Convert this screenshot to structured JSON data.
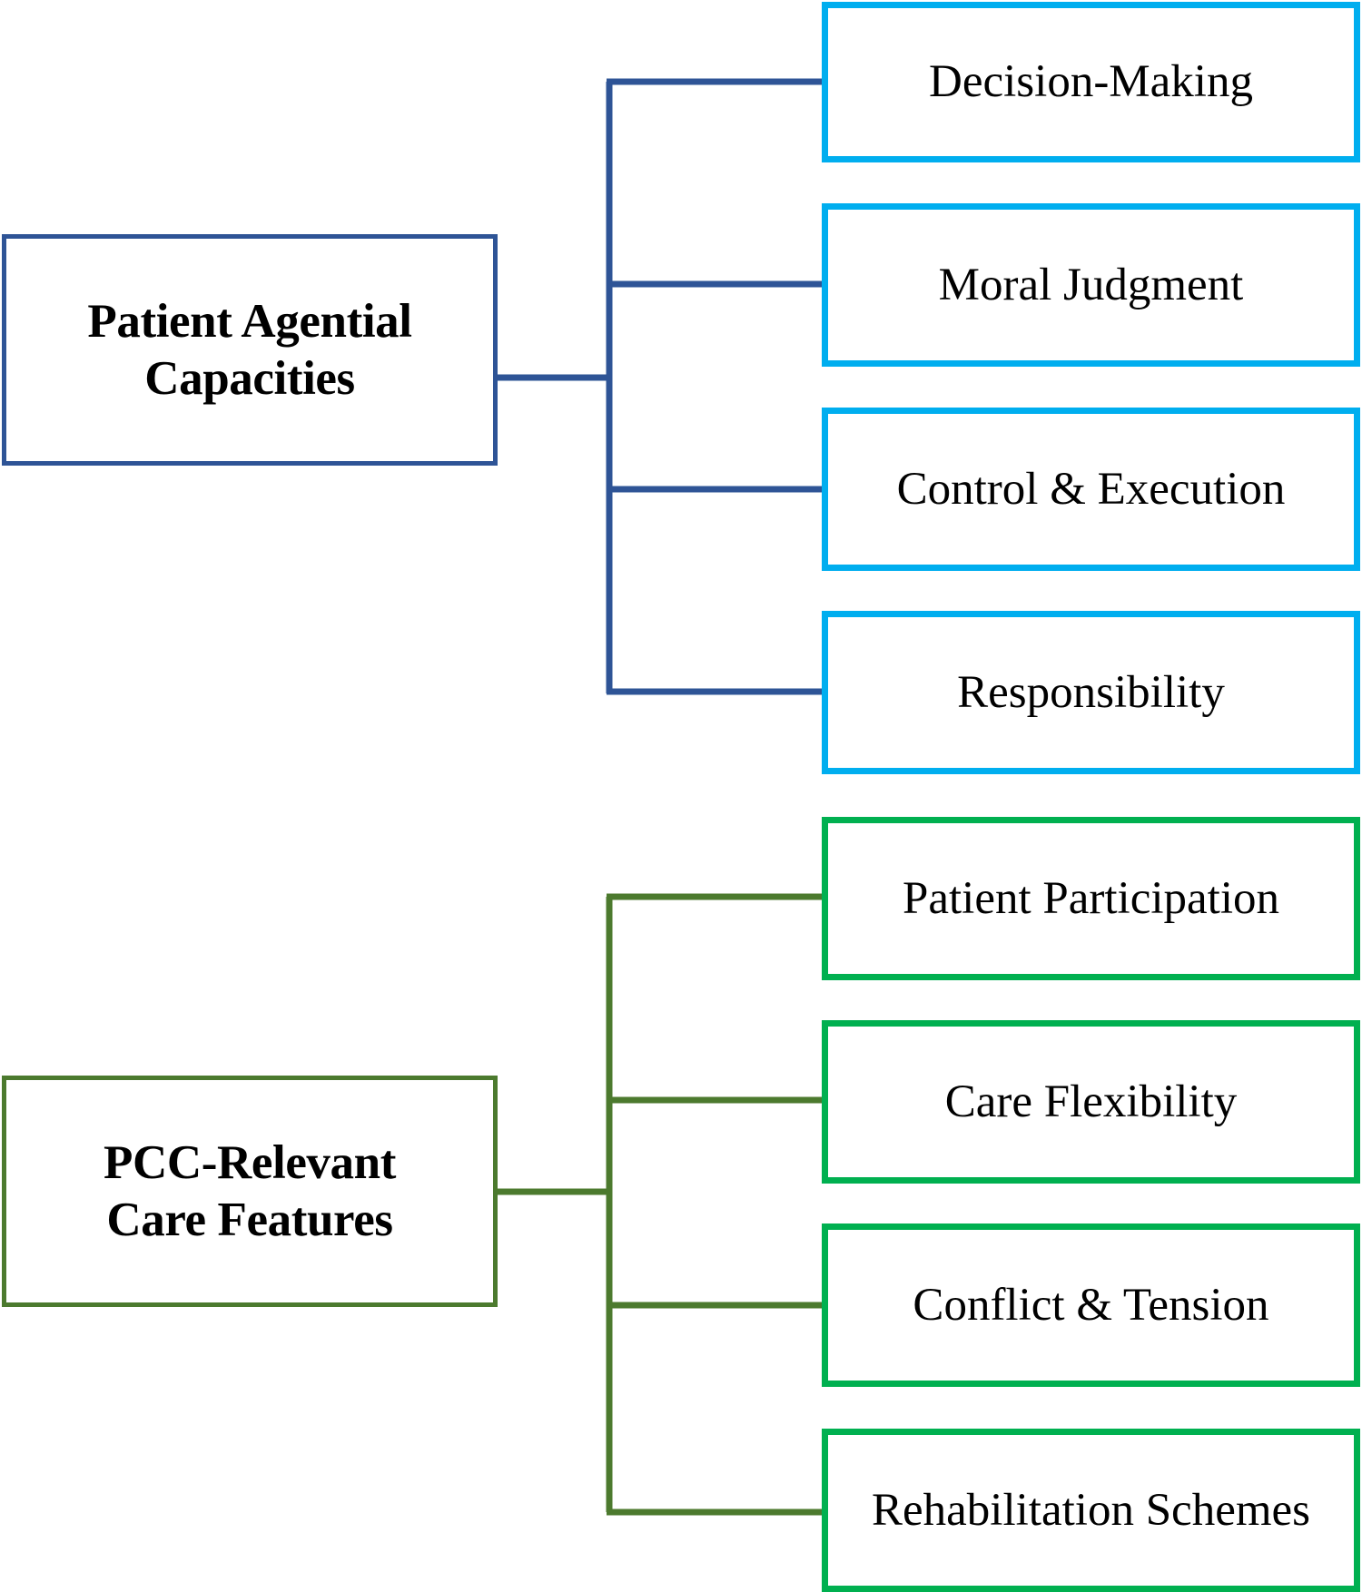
{
  "diagram": {
    "type": "tree",
    "orientation": "left-to-right",
    "colors": {
      "branch_blue_root_border": "#2E5496",
      "branch_blue_leaf_border": "#00AEEF",
      "branch_blue_connector": "#2E5496",
      "branch_green_root_border": "#4C7A2E",
      "branch_green_leaf_border": "#00B050",
      "branch_green_connector": "#4C7A2E",
      "background": "#FFFFFF",
      "text": "#000000"
    },
    "branches": [
      {
        "id": "patient-agential-capacities",
        "root": {
          "label": "Patient Agential Capacities",
          "line1": "Patient Agential",
          "line2": "Capacities"
        },
        "children": [
          {
            "label": "Decision-Making"
          },
          {
            "label": "Moral Judgment"
          },
          {
            "label": "Control & Execution"
          },
          {
            "label": "Responsibility"
          }
        ]
      },
      {
        "id": "pcc-relevant-care-features",
        "root": {
          "label": "PCC-Relevant Care Features",
          "line1": "PCC-Relevant",
          "line2": "Care Features"
        },
        "children": [
          {
            "label": "Patient Participation"
          },
          {
            "label": "Care Flexibility"
          },
          {
            "label": "Conflict & Tension"
          },
          {
            "label": "Rehabilitation Schemes"
          }
        ]
      }
    ]
  }
}
